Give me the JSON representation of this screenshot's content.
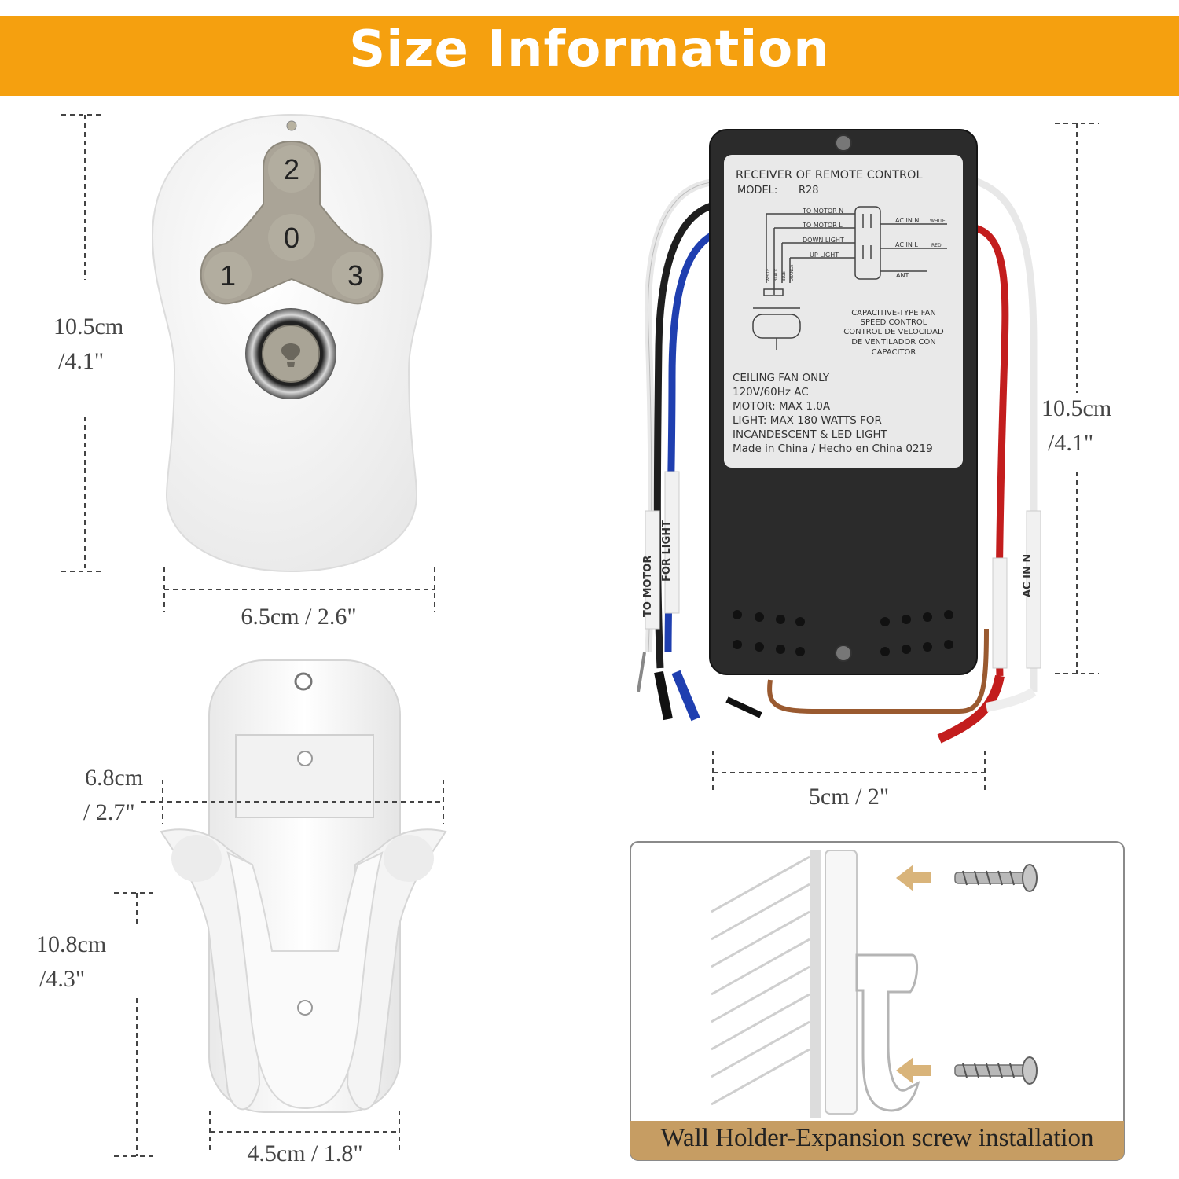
{
  "header": {
    "title": "Size Information"
  },
  "remote": {
    "buttons": [
      "2",
      "0",
      "1",
      "3"
    ],
    "height_cm": "10.5cm",
    "height_in": "/4.1\"",
    "width_label": "6.5cm / 2.6\""
  },
  "receiver": {
    "label_title": "RECEIVER OF REMOTE CONTROL",
    "model_key": "MODEL:",
    "model_value": "R28",
    "wiring_left": [
      "TO MOTOR N",
      "TO MOTOR L",
      "DOWN LIGHT",
      "UP LIGHT"
    ],
    "wiring_right": [
      "AC IN N",
      "AC IN L",
      "ANT"
    ],
    "wire_colors_right": [
      "WHITE",
      "RED"
    ],
    "wire_colors_bottom": [
      "WHITE",
      "BLACK",
      "BLUE",
      "ORANGE"
    ],
    "speed_control": [
      "CAPACITIVE-TYPE FAN",
      "SPEED CONTROL",
      "CONTROL DE VELOCIDAD",
      "DE VENTILADOR CON",
      "CAPACITOR"
    ],
    "specs": [
      "CEILING FAN ONLY",
      "120V/60Hz AC",
      "MOTOR: MAX 1.0A",
      "LIGHT: MAX 180 WATTS FOR",
      "INCANDESCENT & LED LIGHT",
      "Made in China / Hecho en China 0219"
    ],
    "wire_tags": [
      "FOR LIGHT",
      "TO MOTOR",
      "AC IN N"
    ],
    "height_cm": "10.5cm",
    "height_in": "/4.1\"",
    "width_label": "5cm / 2\""
  },
  "holder": {
    "width_cm": "6.8cm",
    "width_in": "/ 2.7\"",
    "height_cm": "10.8cm",
    "height_in": "/4.3\"",
    "bottom_label": "4.5cm / 1.8\""
  },
  "installation": {
    "caption": "Wall Holder-Expansion screw installation"
  },
  "colors": {
    "banner": "#f5a00f",
    "caption_bar": "#c69d63",
    "receiver_body": "#2b2b2b",
    "button_gray": "#aaa497"
  }
}
